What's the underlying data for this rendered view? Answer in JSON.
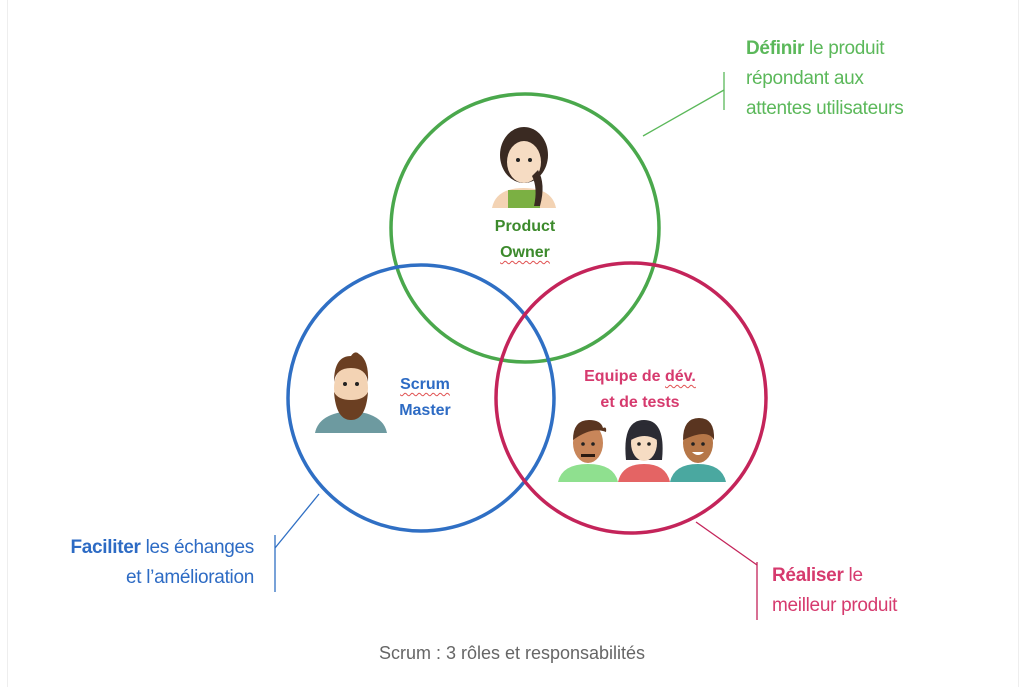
{
  "colors": {
    "green": "#4aa84c",
    "blue": "#2f6fc4",
    "red": "#c4245a",
    "green_text": "#5bb85a",
    "po_label": "#3c8a2c",
    "blue_text": "#2d6bc4",
    "red_text": "#d63a6e"
  },
  "roles": {
    "product_owner": {
      "line1": "Product",
      "line2": "Owner",
      "desc_bold": "Définir",
      "desc_rest": " le produit",
      "desc_line2": "répondant  aux",
      "desc_line3": "attentes utilisateurs"
    },
    "scrum_master": {
      "line1": "Scrum",
      "line2": "Master",
      "desc_bold": "Faciliter",
      "desc_rest": " les échanges",
      "desc_line2": "et l’amélioration"
    },
    "dev_team": {
      "line1": "Equipe de ",
      "line1_sq": "dév.",
      "line2": "et de tests",
      "desc_bold": "Réaliser",
      "desc_rest": " le",
      "desc_line2": "meilleur produit"
    }
  },
  "caption": "Scrum : 3 rôles et responsabilités"
}
